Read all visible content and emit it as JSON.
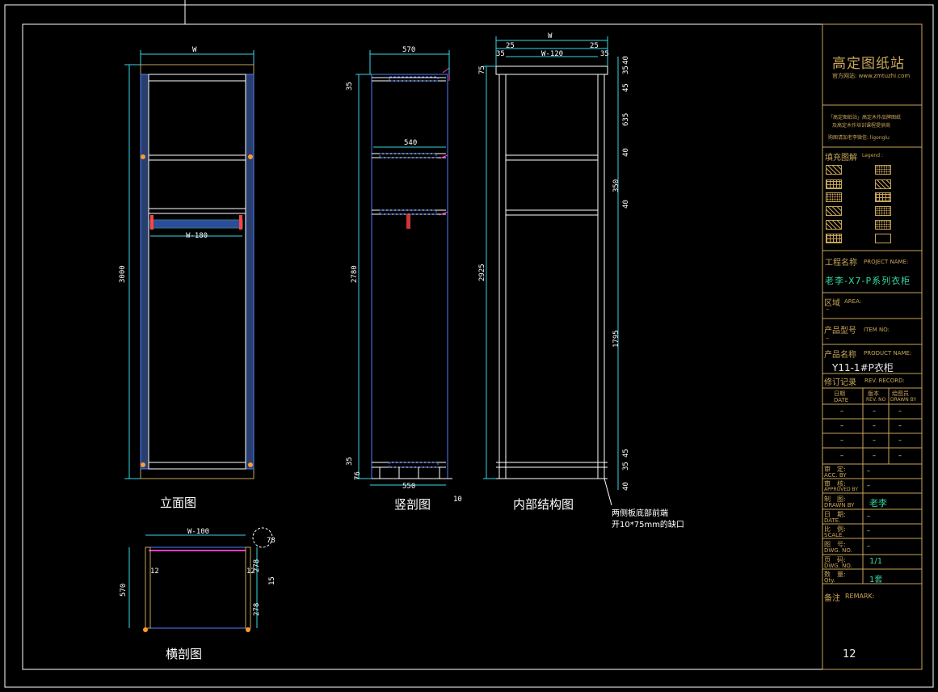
{
  "views": {
    "elevation": {
      "title": "立面图",
      "width": "W",
      "height": "3000",
      "inner_width": "W-180"
    },
    "section": {
      "title": "竖剖图",
      "depth_top": "570",
      "depth_bottom": "550",
      "shelf_depth": "540",
      "height": "2780",
      "top": "35",
      "bottom": "35",
      "base": "76",
      "foot": "10"
    },
    "internal": {
      "title": "内部结构图",
      "width": "W",
      "left": "25",
      "right": "25",
      "l2": "35",
      "r2": "35",
      "inner": "W-120",
      "height": "2925",
      "base": "75",
      "dims_right": [
        "40",
        "35",
        "45",
        "635",
        "40",
        "350",
        "40",
        "1795",
        "45",
        "35",
        "40"
      ],
      "note_line1": "两侧板底部前端",
      "note_line2": "开10*75mm的缺口"
    },
    "plan": {
      "title": "横剖图",
      "width": "W-100",
      "depth": "570",
      "d1": "12",
      "d2": "12",
      "r1": "278",
      "r2": "278",
      "gap": "15",
      "corner": "78"
    }
  },
  "title_block": {
    "brand": "高定图纸站",
    "website": "官方网站: www.zmtuzhi.com",
    "notice_line1": "「高定图纸站」高定木作品牌图纸",
    "notice_line2": "及高定木作培训课程提供商",
    "notice_line3": "购图请加老李微信: ligonglu",
    "legend_label": "填充图解",
    "legend_label_en": "Legend :",
    "project_label": "工程名称",
    "project_label_en": "PROJECT NAME:",
    "project_value": "老李-X7-P系列衣柜",
    "area_label": "区域",
    "area_label_en": "AREA:",
    "area_value": "–",
    "item_label": "产品型号",
    "item_label_en": "ITEM NO:",
    "item_value": "–",
    "product_label": "产品名称",
    "product_label_en": "PRODUCT NAME:",
    "product_value": "Y11-1#P衣柜",
    "rev_label": "修订记录",
    "rev_label_en": "REV. RECORD:",
    "rev_headers": [
      {
        "cn": "日期",
        "en": "DATE"
      },
      {
        "cn": "版本",
        "en": "REV. NO"
      },
      {
        "cn": "绘图员",
        "en": "DRAWN BY"
      }
    ],
    "rev_rows": [
      [
        "–",
        "–",
        "–"
      ],
      [
        "–",
        "–",
        "–"
      ],
      [
        "–",
        "–",
        "–"
      ],
      [
        "–",
        "–",
        "–"
      ]
    ],
    "sign_rows": [
      {
        "cn": "审　定:",
        "en": "ACC. BY",
        "value": "–"
      },
      {
        "cn": "审　核:",
        "en": "APPROVED BY",
        "value": "–"
      },
      {
        "cn": "制　图:",
        "en": "DRAWN BY",
        "value": "老李"
      },
      {
        "cn": "日　期:",
        "en": "DATE.",
        "value": "–"
      },
      {
        "cn": "比　例:",
        "en": "SCALE.",
        "value": "–"
      },
      {
        "cn": "图　号:",
        "en": "DWG. NO.",
        "value": "–"
      },
      {
        "cn": "页　码:",
        "en": "DWG. NO.",
        "value": "1/1"
      },
      {
        "cn": "数　量:",
        "en": "Qty.",
        "value": "1套"
      }
    ],
    "remark_label": "备注",
    "remark_label_en": "REMARK:",
    "page_number": "12"
  },
  "colors": {
    "frame": "#ffffff",
    "gold": "#c8a55a",
    "blue": "#4d7fff",
    "cyan": "#36d9e8",
    "magenta": "#ff3ad0",
    "red": "#ff4444",
    "orange": "#ff9a2a"
  }
}
